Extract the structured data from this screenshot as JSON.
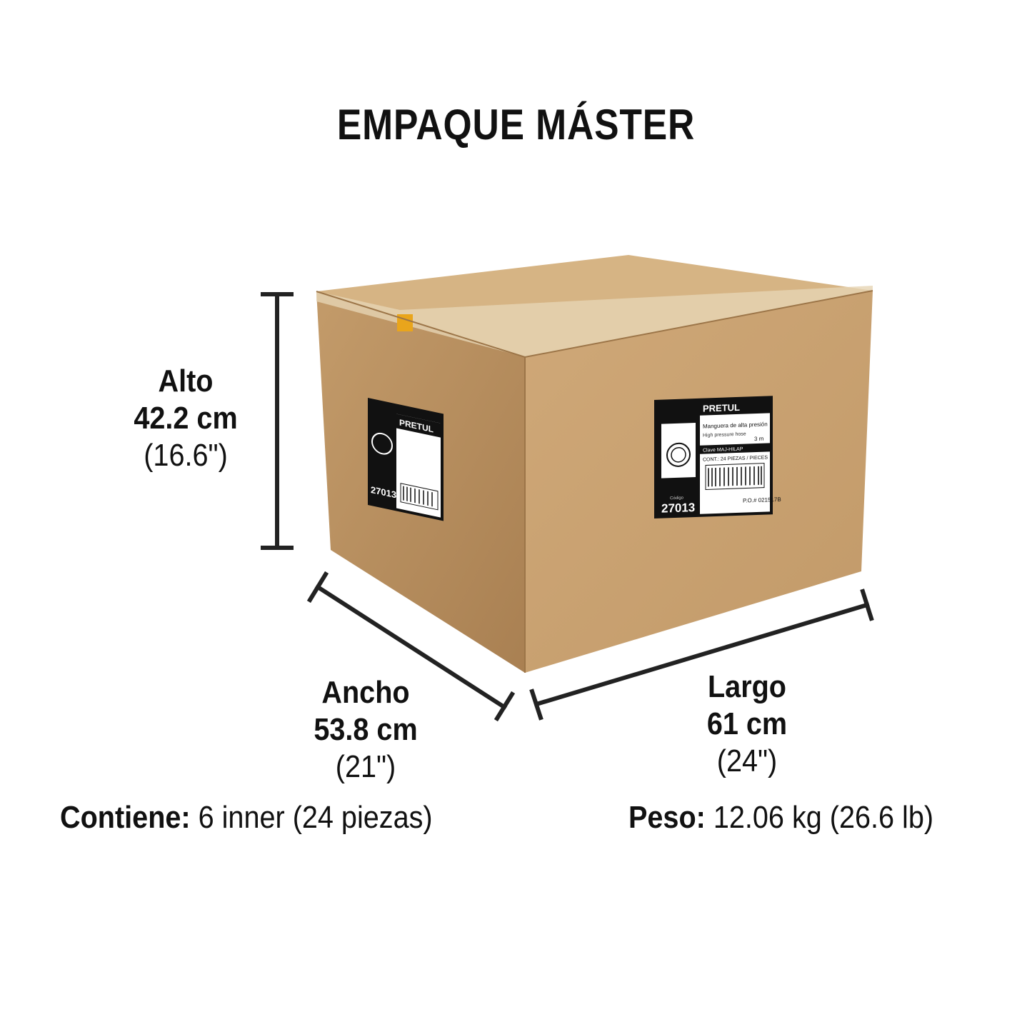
{
  "title": "EMPAQUE MÁSTER",
  "dimensions": {
    "alto": {
      "label": "Alto",
      "metric": "42.2 cm",
      "imperial": "(16.6\")"
    },
    "ancho": {
      "label": "Ancho",
      "metric": "53.8 cm",
      "imperial": "(21\")"
    },
    "largo": {
      "label": "Largo",
      "metric": "61 cm",
      "imperial": "(24\")"
    }
  },
  "footer": {
    "contiene_label": "Contiene:",
    "contiene_value": "6 inner (24 piezas)",
    "peso_label": "Peso:",
    "peso_value": "12.06 kg (26.6 lb)"
  },
  "box_labels": {
    "brand": "PRETUL",
    "product": "Manguera de alta presión",
    "product_en": "High pressure hose",
    "length": "3 m",
    "code_label": "Código",
    "code": "27013",
    "clave": "Clave MAJ-HILAP",
    "contents": "CONT.: 24 PIEZAS / PIECES",
    "po": "P.O.# 021517B"
  },
  "colors": {
    "cardboard_front": "#c9a271",
    "cardboard_side": "#b58c5c",
    "cardboard_top": "#d8b789",
    "tape": "#e3cfae",
    "dimension_line": "#222222"
  }
}
